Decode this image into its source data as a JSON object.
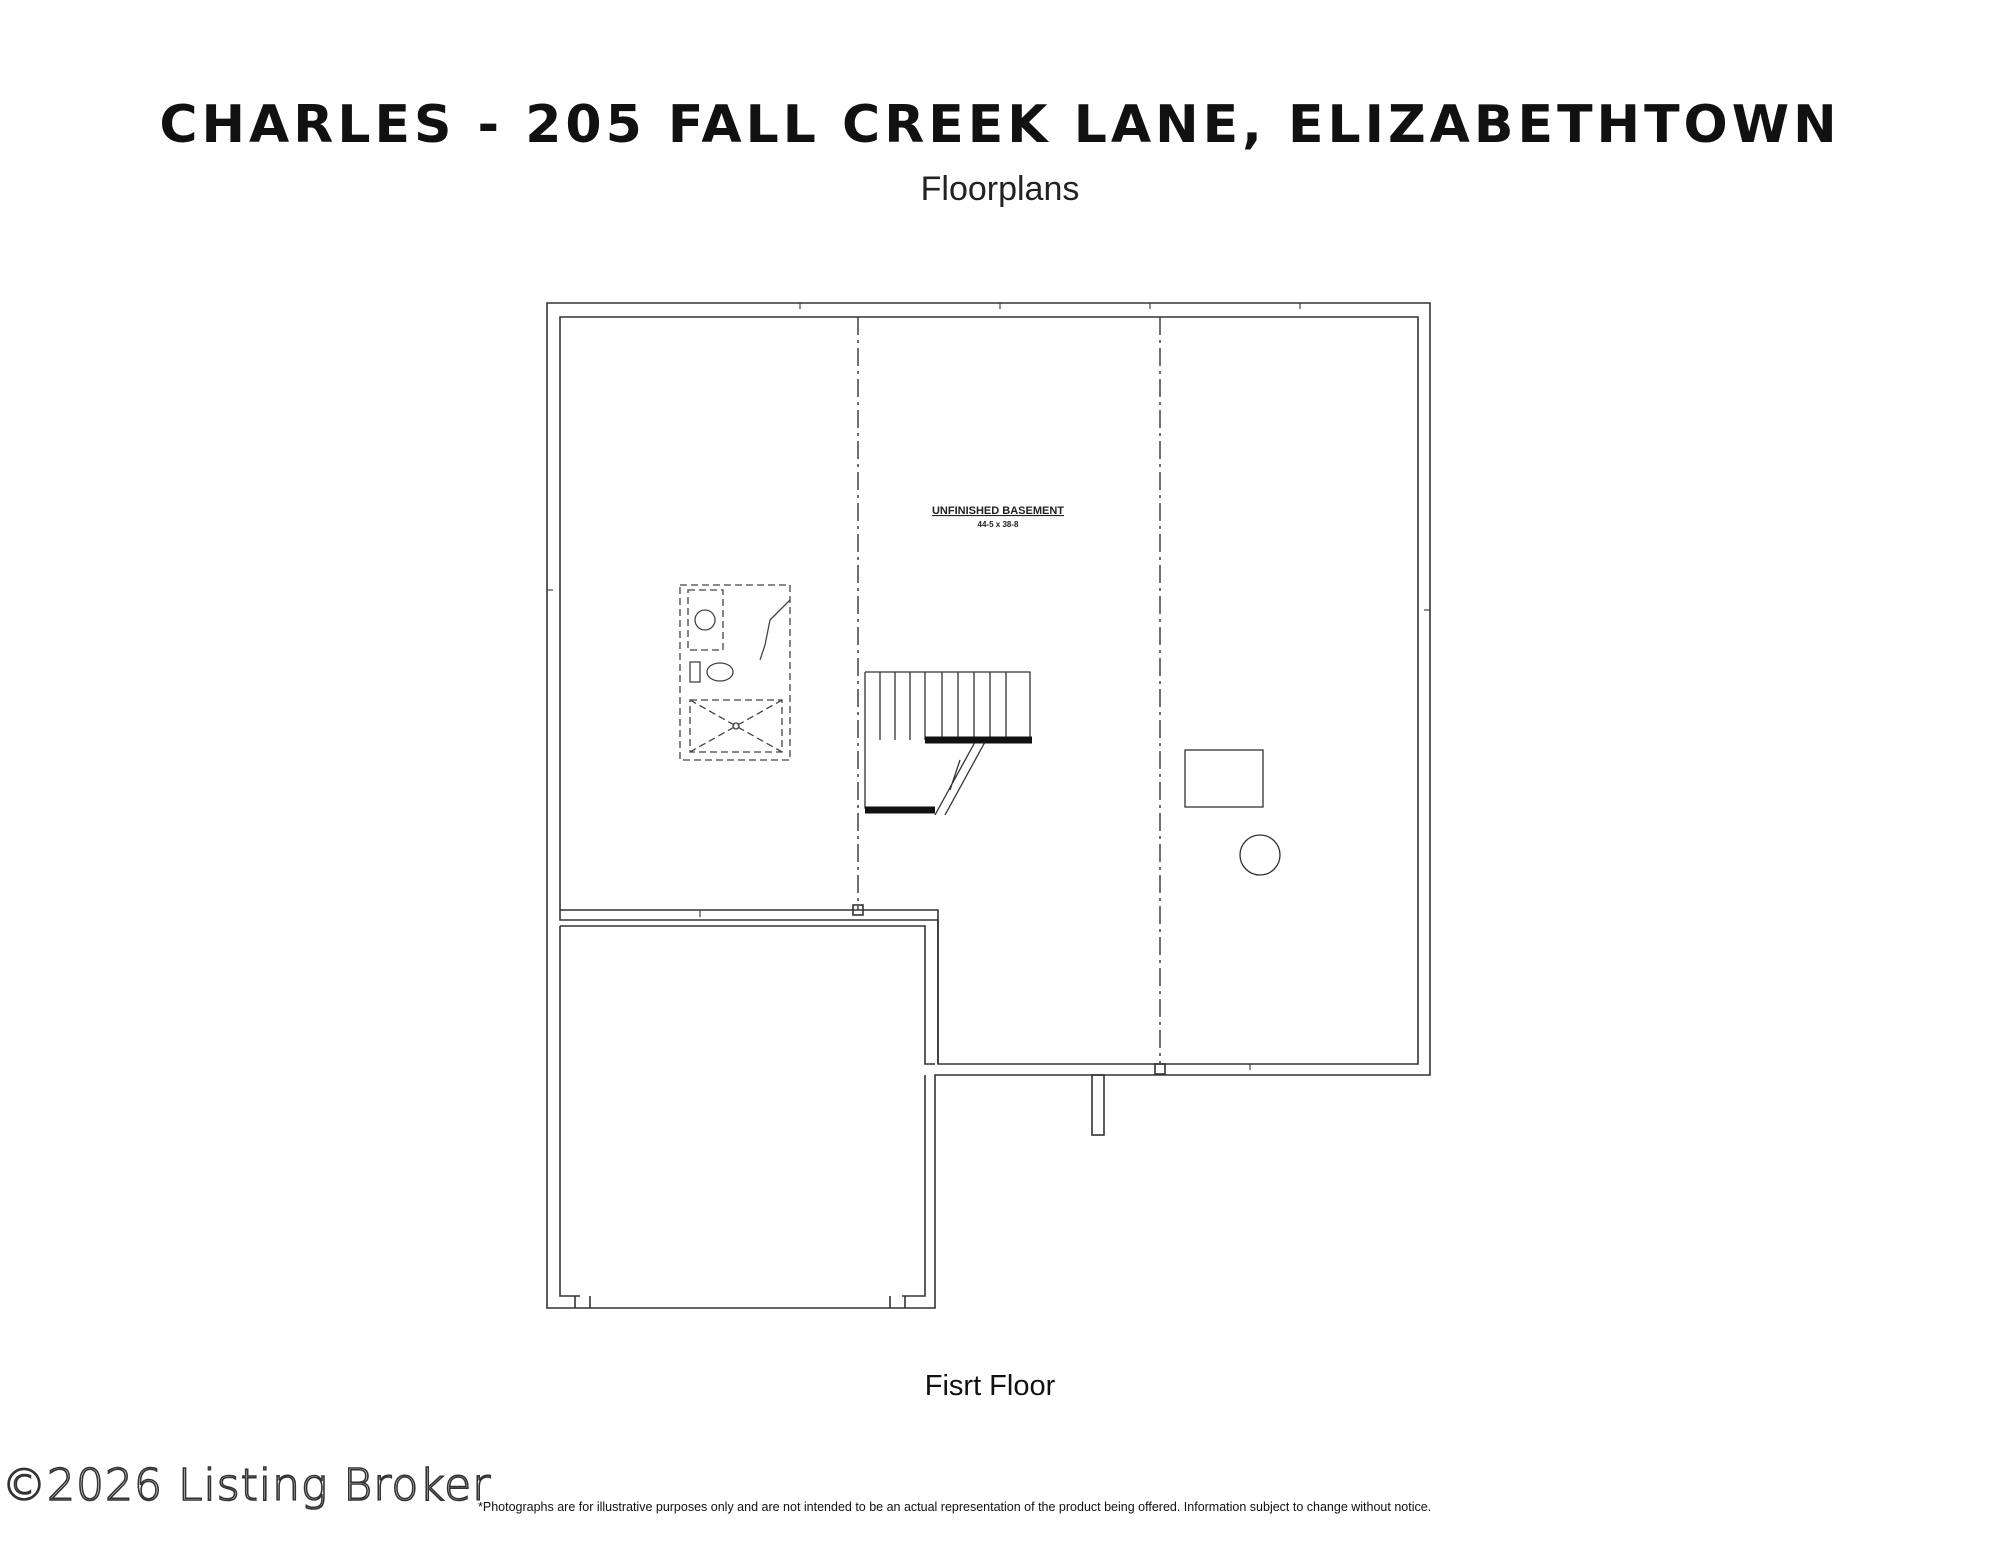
{
  "header": {
    "title": "CHARLES - 205 FALL CREEK LANE, ELIZABETHTOWN",
    "subtitle": "Floorplans"
  },
  "plan": {
    "room_label": "UNFINISHED BASEMENT",
    "room_dimensions": "44-5 x 38-8",
    "caption": "Fisrt Floor"
  },
  "footer": {
    "watermark": "©2026 Listing Broker",
    "disclaimer": "*Photographs are for illustrative purposes only and are not intended to be an actual representation of the product being offered. Information subject to change without notice."
  },
  "colors": {
    "line": "#333333",
    "text": "#111111",
    "background": "#ffffff"
  }
}
